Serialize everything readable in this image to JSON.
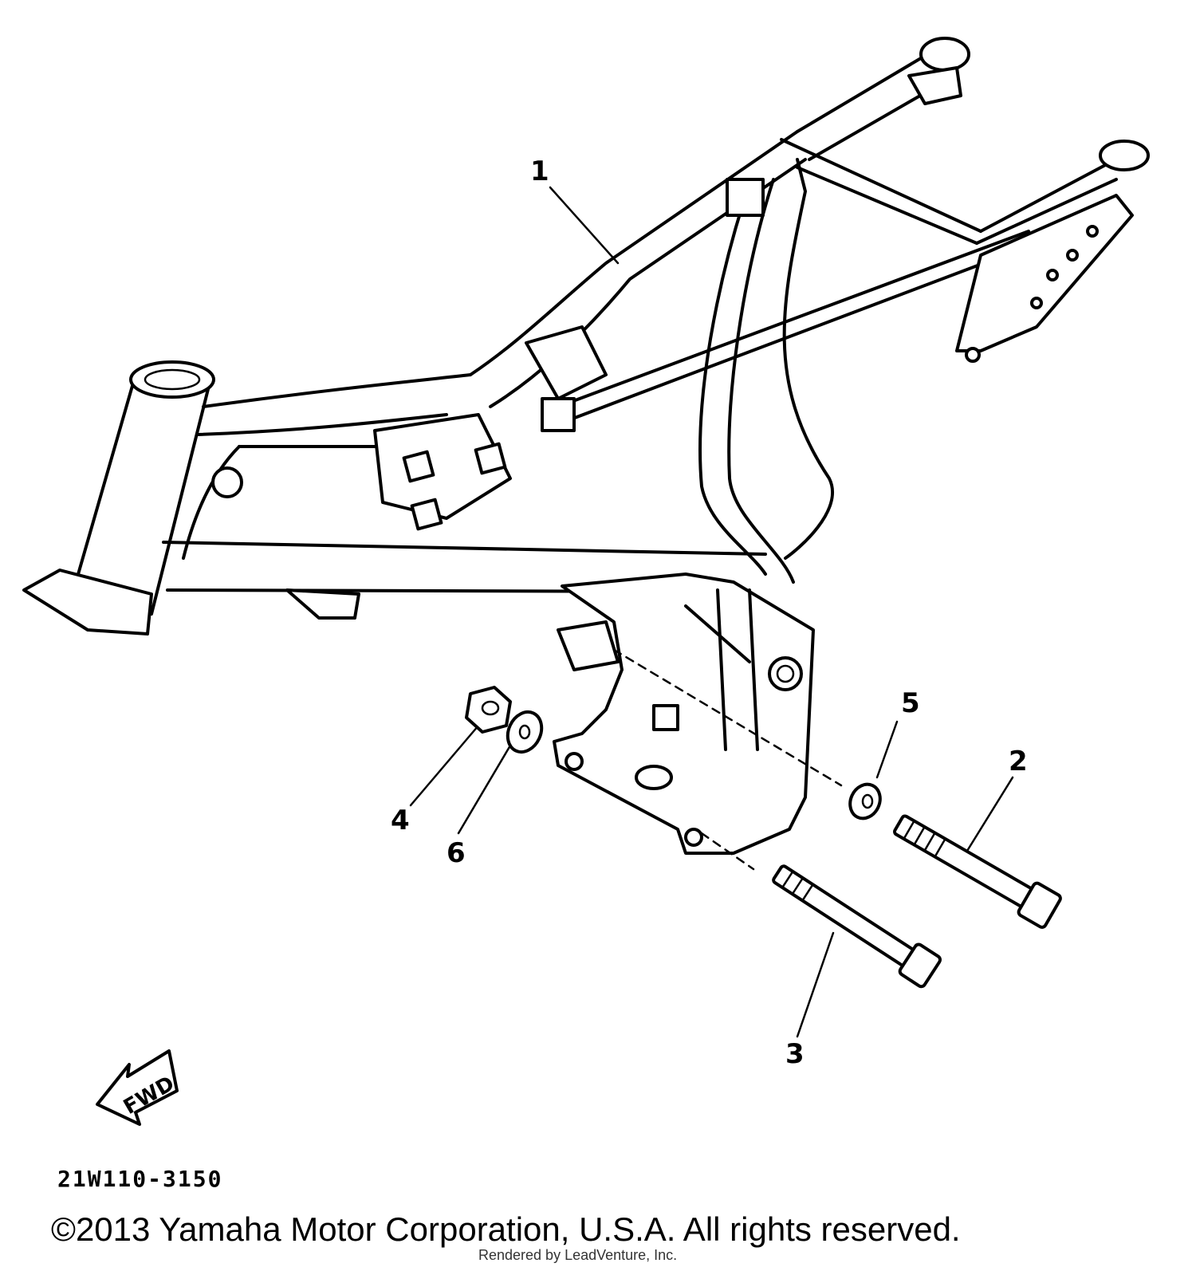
{
  "diagram": {
    "figure_code": "21W110-3150",
    "copyright": "©2013 Yamaha Motor Corporation, U.S.A. All rights reserved.",
    "render_credit": "Rendered by LeadVenture, Inc.",
    "direction_arrow": "FWD",
    "callouts": [
      {
        "id": "1",
        "label": "1"
      },
      {
        "id": "2",
        "label": "2"
      },
      {
        "id": "3",
        "label": "3"
      },
      {
        "id": "4",
        "label": "4"
      },
      {
        "id": "5",
        "label": "5"
      },
      {
        "id": "6",
        "label": "6"
      }
    ],
    "icons": {
      "frame": "motorcycle-frame-illustration",
      "bolts": "bolt-icon",
      "nut": "nut-icon",
      "washer": "washer-icon",
      "arrow": "fwd-arrow-icon"
    }
  }
}
